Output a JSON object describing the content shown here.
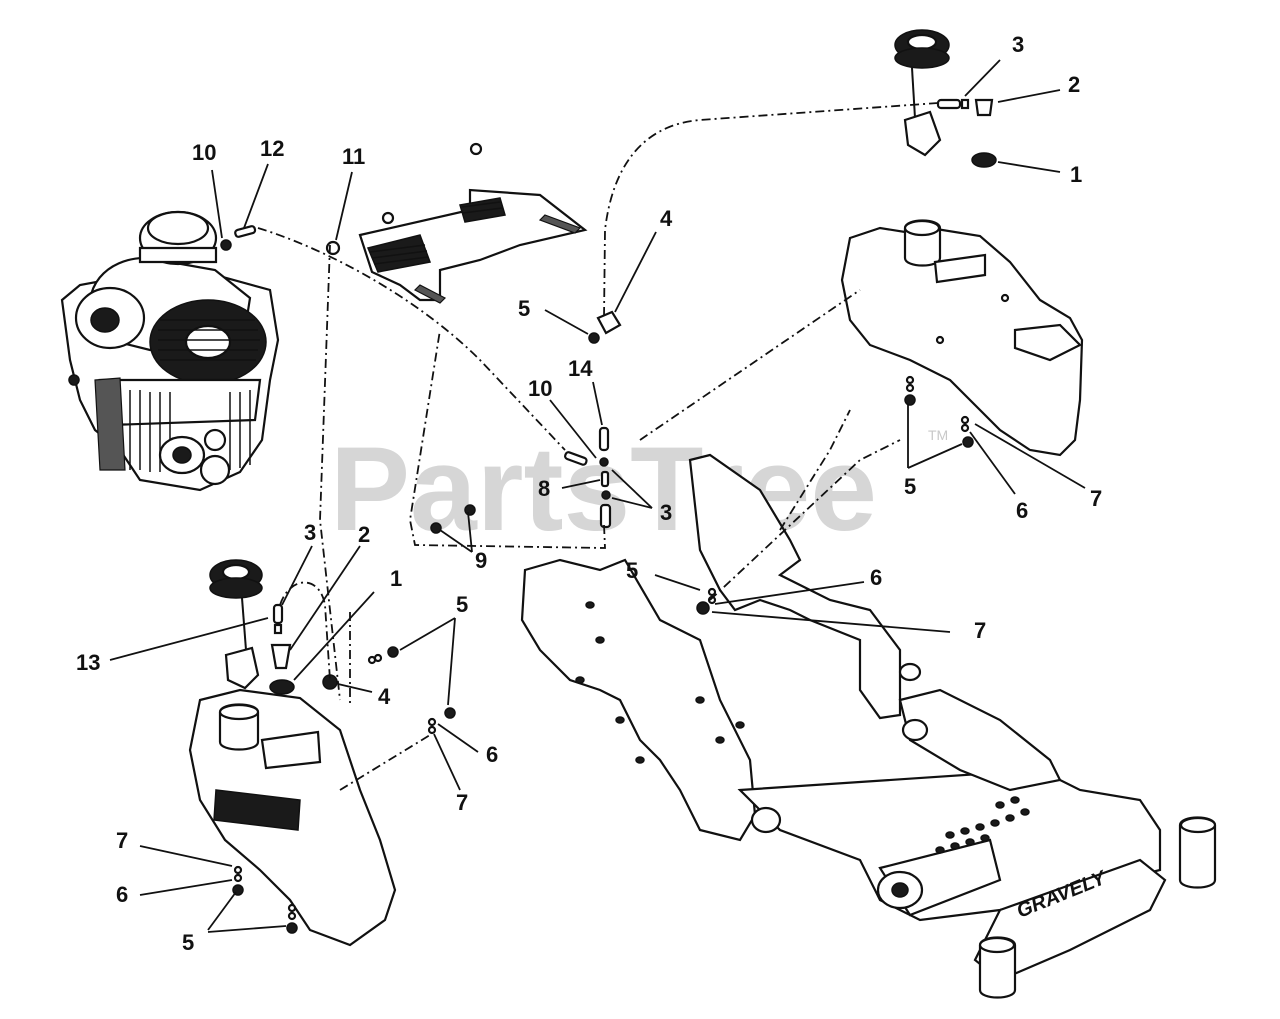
{
  "watermark": {
    "text": "PartsTree",
    "tm": "TM"
  },
  "brand_decal": "GRAVELY",
  "callouts": [
    {
      "id": "c-3-top",
      "label": "3"
    },
    {
      "id": "c-2-top",
      "label": "2"
    },
    {
      "id": "c-1-top",
      "label": "1"
    },
    {
      "id": "c-10-engine",
      "label": "10"
    },
    {
      "id": "c-12",
      "label": "12"
    },
    {
      "id": "c-11",
      "label": "11"
    },
    {
      "id": "c-4-mid",
      "label": "4"
    },
    {
      "id": "c-5-mid",
      "label": "5"
    },
    {
      "id": "c-14",
      "label": "14"
    },
    {
      "id": "c-10-mid",
      "label": "10"
    },
    {
      "id": "c-8",
      "label": "8"
    },
    {
      "id": "c-3-mid",
      "label": "3"
    },
    {
      "id": "c-9",
      "label": "9"
    },
    {
      "id": "c-5-right",
      "label": "5"
    },
    {
      "id": "c-6-right",
      "label": "6"
    },
    {
      "id": "c-7-right",
      "label": "7"
    },
    {
      "id": "c-5-frame",
      "label": "5"
    },
    {
      "id": "c-6-frame",
      "label": "6"
    },
    {
      "id": "c-7-frame",
      "label": "7"
    },
    {
      "id": "c-3-left",
      "label": "3"
    },
    {
      "id": "c-2-left",
      "label": "2"
    },
    {
      "id": "c-1-left",
      "label": "1"
    },
    {
      "id": "c-13",
      "label": "13"
    },
    {
      "id": "c-5-left",
      "label": "5"
    },
    {
      "id": "c-4-left",
      "label": "4"
    },
    {
      "id": "c-6-left",
      "label": "6"
    },
    {
      "id": "c-7-left",
      "label": "7"
    },
    {
      "id": "c-7-bottom",
      "label": "7"
    },
    {
      "id": "c-6-bottom",
      "label": "6"
    },
    {
      "id": "c-5-bottom",
      "label": "5"
    }
  ]
}
